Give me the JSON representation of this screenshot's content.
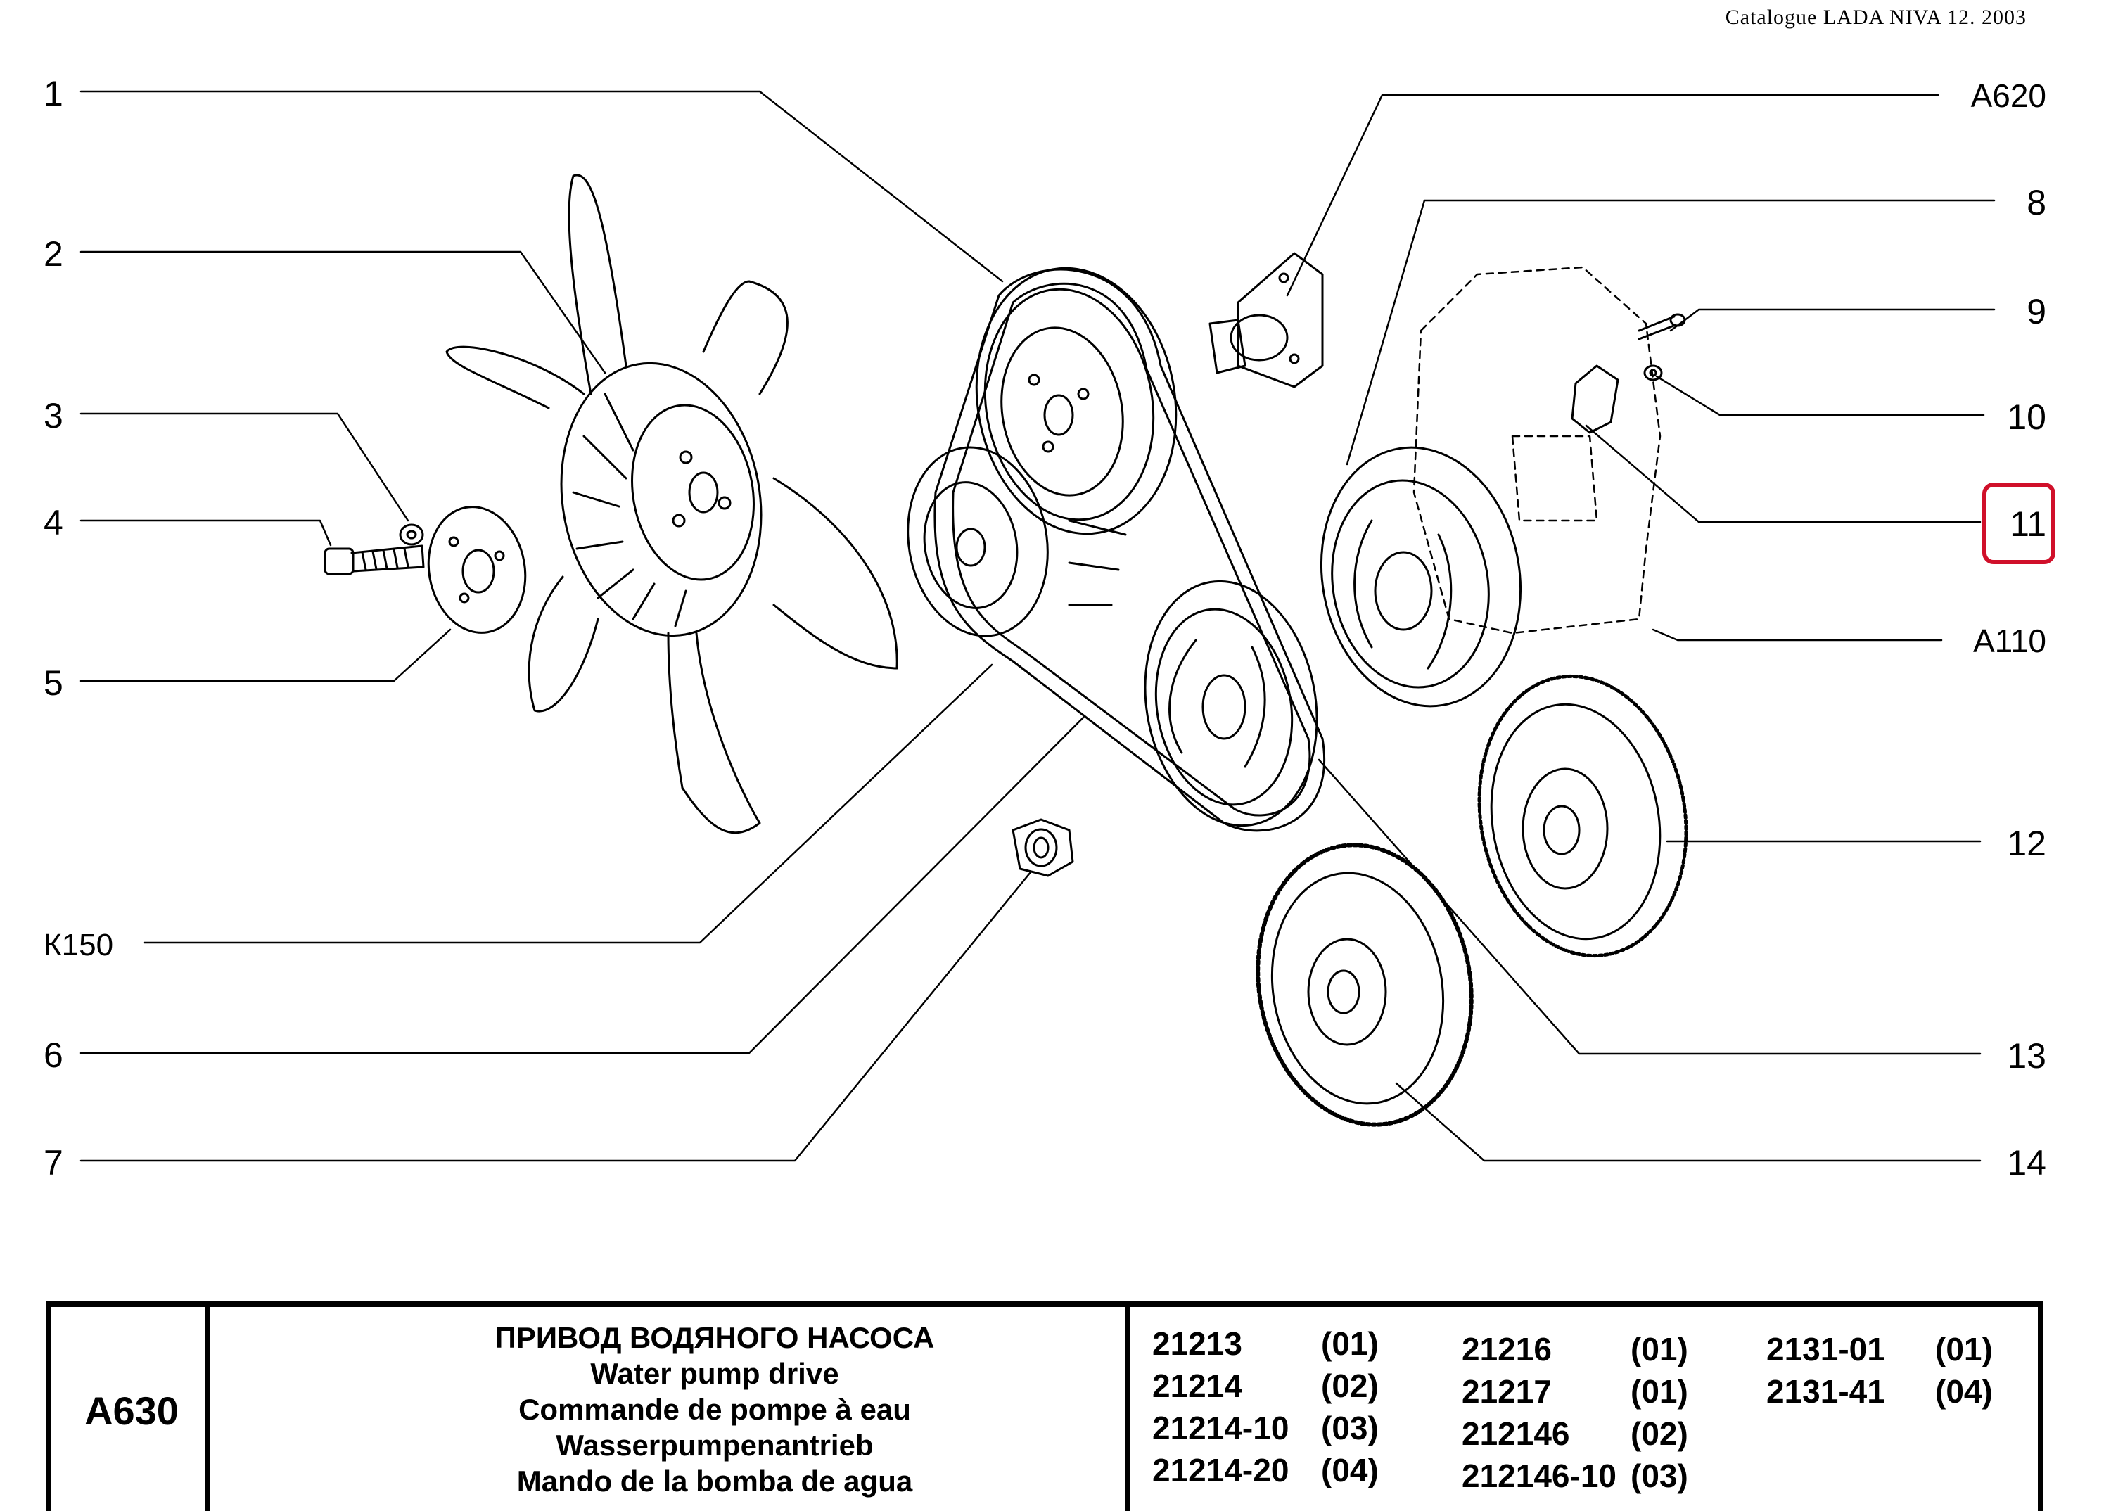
{
  "header": {
    "catalogue_note": "Catalogue  LADA  NIVA  12.  2003"
  },
  "callouts": {
    "left": [
      "1",
      "2",
      "3",
      "4",
      "5",
      "К150",
      "6",
      "7"
    ],
    "right": [
      "A620",
      "8",
      "9",
      "10",
      "11",
      "A110",
      "12",
      "13",
      "14"
    ],
    "highlighted": "11"
  },
  "title_block": {
    "code": "A630",
    "names": [
      "ПРИВОД ВОДЯНОГО НАСОСА",
      "Water pump drive",
      "Commande de pompe à eau",
      "Wasserpumpenantrieb",
      "Mando de la bomba de agua"
    ],
    "models": [
      [
        {
          "model": "21213",
          "code": "(01)"
        },
        {
          "model": "21214",
          "code": "(02)"
        },
        {
          "model": "21214-10",
          "code": "(03)"
        },
        {
          "model": "21214-20",
          "code": "(04)"
        }
      ],
      [
        {
          "model": "21216",
          "code": "(01)"
        },
        {
          "model": "21217",
          "code": "(01)"
        },
        {
          "model": "212146",
          "code": "(02)"
        },
        {
          "model": "212146-10",
          "code": "(03)"
        }
      ],
      [
        {
          "model": "2131-01",
          "code": "(01)"
        },
        {
          "model": "2131-41",
          "code": "(04)"
        }
      ]
    ]
  },
  "colors": {
    "highlight": "#d0102a",
    "line": "#000000"
  }
}
